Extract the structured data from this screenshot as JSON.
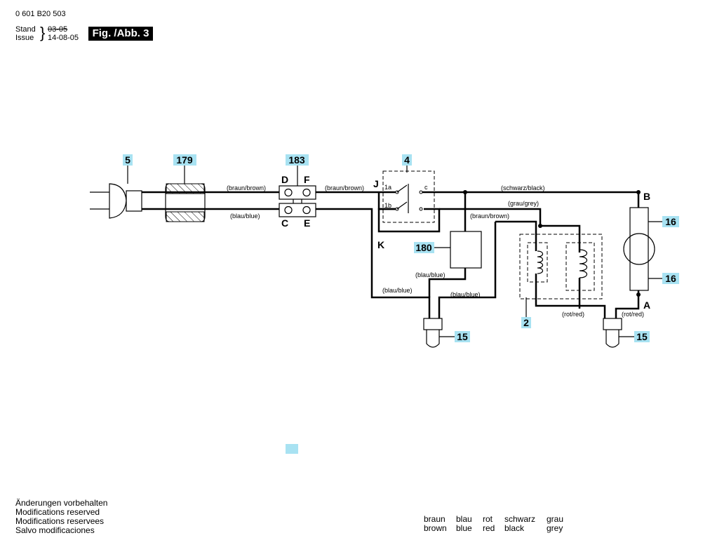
{
  "header": {
    "part_number": "0 601 B20 503",
    "stand_label": "Stand",
    "issue_label": "Issue",
    "old_date": "03-05",
    "new_date": "14-08-05",
    "figure_label": "Fig. /Abb. 3"
  },
  "callouts": {
    "plug": "5",
    "sleeve": "179",
    "terminal_block": "183",
    "switch": "4",
    "capacitor": "180",
    "field_coil": "2",
    "connector_left": "15",
    "connector_right": "15",
    "brush_top": "16",
    "brush_bottom": "16"
  },
  "terminals": {
    "d": "D",
    "f": "F",
    "c": "C",
    "e": "E",
    "j": "J",
    "k": "K",
    "b": "B",
    "a": "A",
    "sw_1a": "1a",
    "sw_1b": "1b",
    "sw_c": "c"
  },
  "wire_labels": {
    "brown_1": "(braun/brown)",
    "blue_1": "(blau/blue)",
    "brown_2": "(braun/brown)",
    "black": "(schwarz/black)",
    "grey": "(grau/grey)",
    "brown_3": "(braun/brown)",
    "blue_cap": "(blau/blue)",
    "blue_k": "(blau/blue)",
    "blue_conn": "(blau/blue)",
    "red_1": "(rot/red)",
    "red_2": "(rot/red)"
  },
  "notes": [
    "Änderungen vorbehalten",
    "Modifications reserved",
    "Modifications reservees",
    "Salvo modificaciones"
  ],
  "color_legend": [
    {
      "de": "braun",
      "en": "brown"
    },
    {
      "de": "blau",
      "en": "blue"
    },
    {
      "de": "rot",
      "en": "red"
    },
    {
      "de": "schwarz",
      "en": "black"
    },
    {
      "de": "grau",
      "en": "grey"
    }
  ],
  "colors": {
    "callout_bg": "#a8e2f2",
    "ink": "#000000"
  }
}
